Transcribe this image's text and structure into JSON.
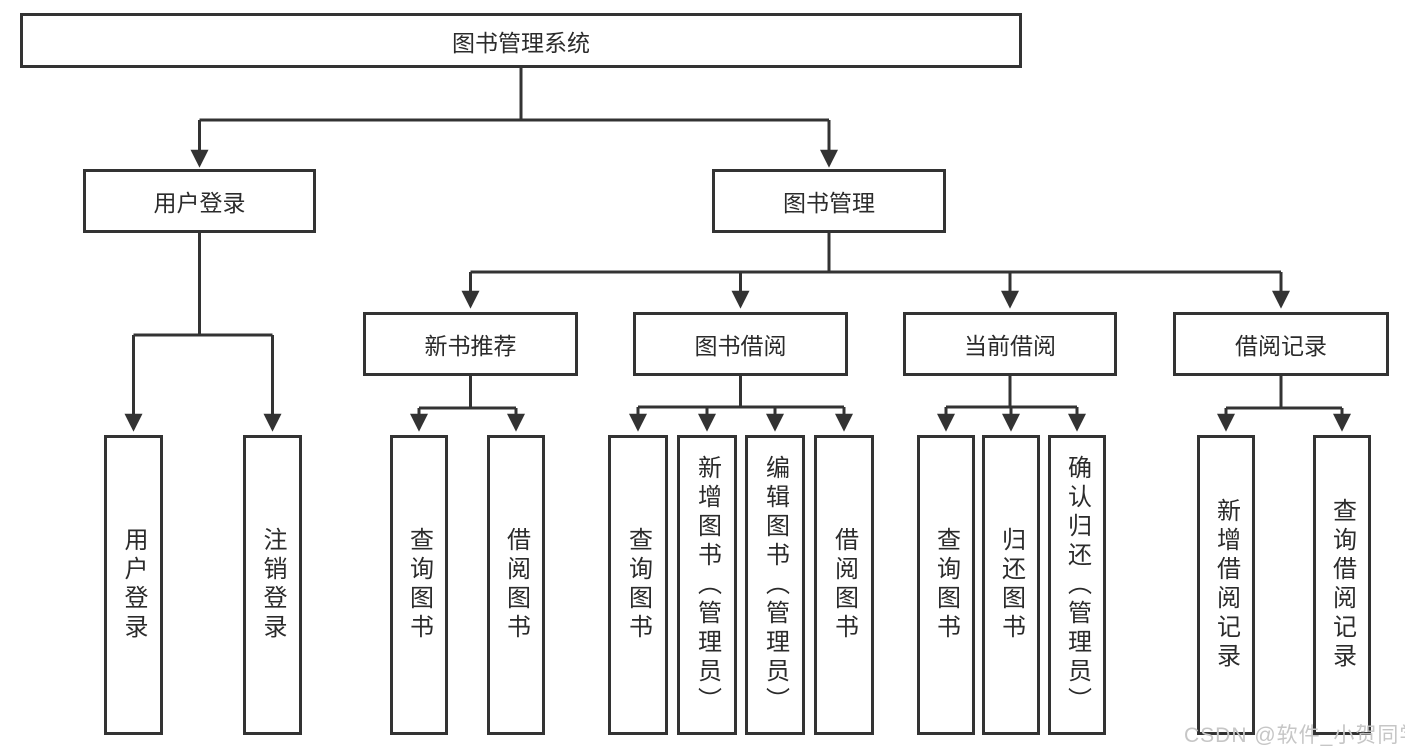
{
  "diagram": {
    "root": {
      "label": "图书管理系统"
    },
    "branches": [
      {
        "label": "用户登录",
        "children": [
          {
            "label": "用户登录"
          },
          {
            "label": "注销登录"
          }
        ]
      },
      {
        "label": "图书管理",
        "children": [
          {
            "label": "新书推荐",
            "children": [
              {
                "label": "查询图书"
              },
              {
                "label": "借阅图书"
              }
            ]
          },
          {
            "label": "图书借阅",
            "children": [
              {
                "label": "查询图书"
              },
              {
                "label": "新增图书（管理员）"
              },
              {
                "label": "编辑图书（管理员）"
              },
              {
                "label": "借阅图书"
              }
            ]
          },
          {
            "label": "当前借阅",
            "children": [
              {
                "label": "查询图书"
              },
              {
                "label": "归还图书"
              },
              {
                "label": "确认归还（管理员）"
              }
            ]
          },
          {
            "label": "借阅记录",
            "children": [
              {
                "label": "新增借阅记录"
              },
              {
                "label": "查询借阅记录"
              }
            ]
          }
        ]
      }
    ]
  },
  "watermark": {
    "text": "CSDN @软件_小贺同学"
  },
  "colors": {
    "line": "#333333",
    "text": "#2b2b2b",
    "background": "#ffffff",
    "watermark": "#c6c6c6"
  }
}
